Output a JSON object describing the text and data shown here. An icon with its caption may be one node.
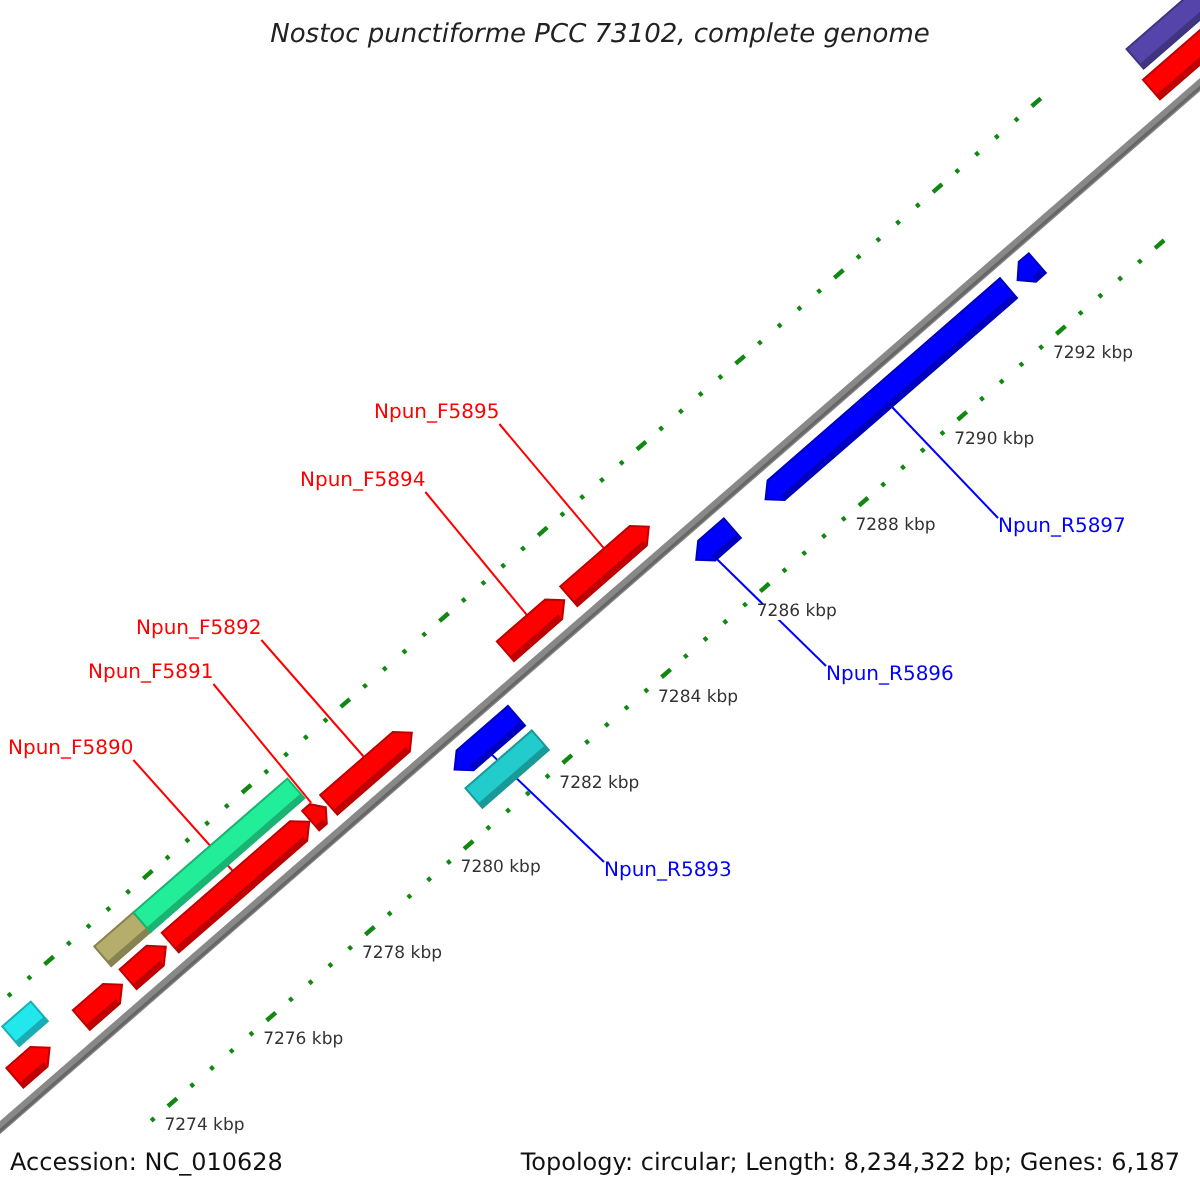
{
  "diagram": {
    "title": "Nostoc punctiforme PCC 73102, complete genome",
    "nodes": [
      {
        "text": [
          "Npun_F5895"
        ]
      },
      {
        "text": [
          "Npun_F5894"
        ]
      },
      {
        "text": [
          "Npun_R5897"
        ]
      },
      {
        "text": [
          "Npun_F5892"
        ]
      },
      {
        "text": [
          "Npun_F5891"
        ]
      },
      {
        "text": [
          "Npun_R5896"
        ]
      },
      {
        "text": [
          "Npun_F5890"
        ]
      },
      {
        "text": [
          "Npun_R5893"
        ]
      },
      {
        "text": [],
        "shape": "box"
      },
      {
        "text": [],
        "shape": "arrow"
      },
      {
        "text": [],
        "shape": "arrow"
      },
      {
        "text": [],
        "shape": "box"
      },
      {
        "text": [],
        "shape": "arrow"
      },
      {
        "text": [],
        "shape": "box"
      },
      {
        "text": [],
        "shape": "arrow"
      },
      {
        "text": [],
        "shape": "arrow"
      },
      {
        "text": [],
        "shape": "arrow"
      },
      {
        "text": [],
        "shape": "arrow"
      },
      {
        "text": [],
        "shape": "box"
      },
      {
        "text": [],
        "shape": "arrow"
      },
      {
        "text": [],
        "shape": "arrow"
      },
      {
        "text": [],
        "shape": "arrow"
      },
      {
        "text": [],
        "shape": "arrow"
      },
      {
        "text": [],
        "shape": "arrow"
      },
      {
        "text": [],
        "shape": "box"
      },
      {
        "text": [],
        "shape": "arrow"
      }
    ],
    "edges": [
      {
        "from": 0,
        "to": 20,
        "arrow": "none"
      },
      {
        "from": 1,
        "to": 19,
        "arrow": "none"
      },
      {
        "from": 2,
        "to": 22,
        "arrow": "none",
        "color": "#0000ff"
      },
      {
        "from": 3,
        "to": 16,
        "arrow": "none"
      },
      {
        "from": 4,
        "to": 15,
        "arrow": "none"
      },
      {
        "from": 5,
        "to": 21,
        "arrow": "none",
        "color": "#0000ff"
      },
      {
        "from": 6,
        "to": 14,
        "arrow": "none"
      },
      {
        "from": 7,
        "to": 17,
        "arrow": "none",
        "color": "#0000ff"
      }
    ],
    "labels": [
      "7292 kbp",
      "7290 kbp",
      "7288 kbp",
      "7286 kbp",
      "7284 kbp",
      "7282 kbp",
      "7280 kbp",
      "7278 kbp",
      "7276 kbp",
      "7274 kbp",
      "Accession: NC_010628",
      "Topology: circular; Length: 8,234,322 bp; Genes: 6,187"
    ]
  }
}
